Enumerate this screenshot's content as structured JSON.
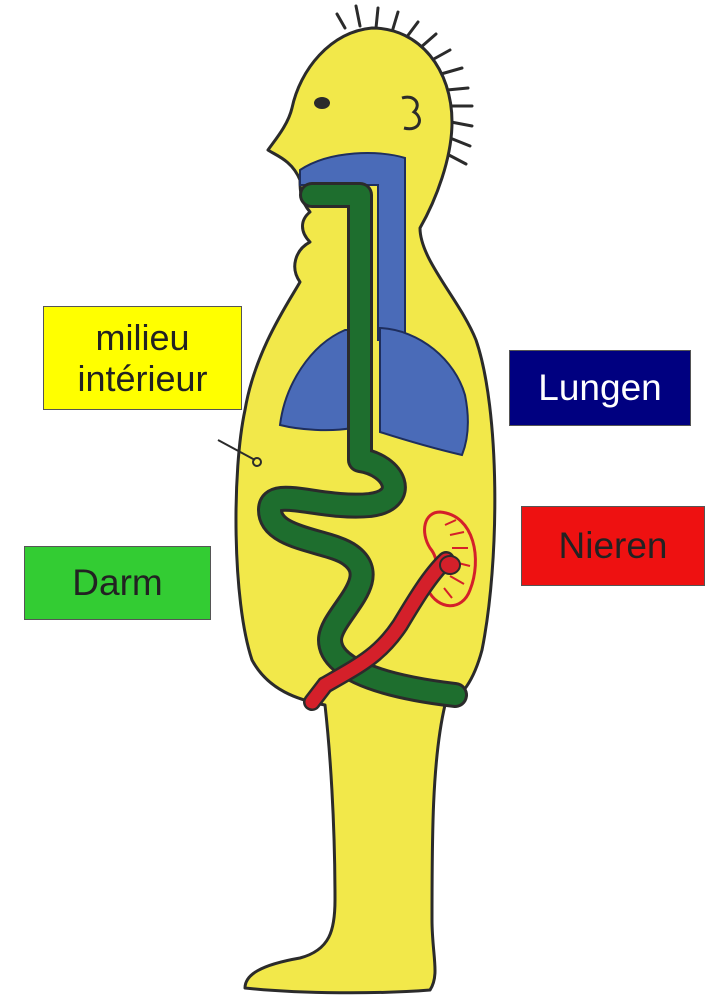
{
  "labels": {
    "milieu_line1": "milieu",
    "milieu_line2": "intérieur",
    "lungen": "Lungen",
    "nieren": "Nieren",
    "darm": "Darm"
  },
  "colors": {
    "body_fill": "#f2e84a",
    "outline": "#2b2b2b",
    "airway_lungs": "#4a6bb8",
    "gut": "#1e6e2e",
    "kidney_vessels": "#d4202a",
    "label_milieu_bg": "#ffff00",
    "label_lungen_bg": "#000080",
    "label_nieren_bg": "#ee1111",
    "label_darm_bg": "#33cc33"
  }
}
